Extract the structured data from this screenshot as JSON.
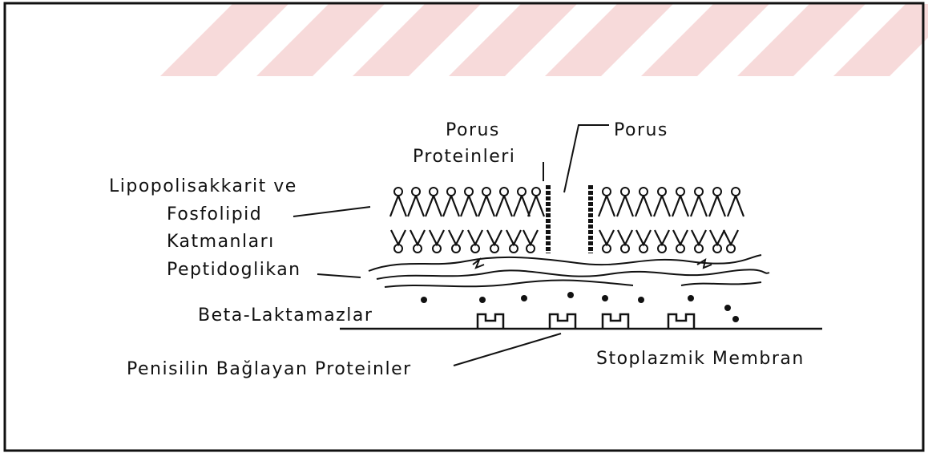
{
  "diagram": {
    "labels": {
      "porus_proteinleri_1": "Porus",
      "porus_proteinleri_2": "Proteinleri",
      "porus": "Porus",
      "lipo_1": "Lipopolisakkarit ve",
      "lipo_2": "Fosfolipid",
      "lipo_3": "Katmanları",
      "peptidoglikan": "Peptidoglikan",
      "beta_laktamazlar": "Beta-Laktamazlar",
      "pbp": "Penisilin Bağlayan Proteinler",
      "stoplazmik": "Stoplazmik Membran"
    }
  },
  "colors": {
    "ink": "#111111",
    "watermark": "#f7dada",
    "background": "#ffffff"
  }
}
